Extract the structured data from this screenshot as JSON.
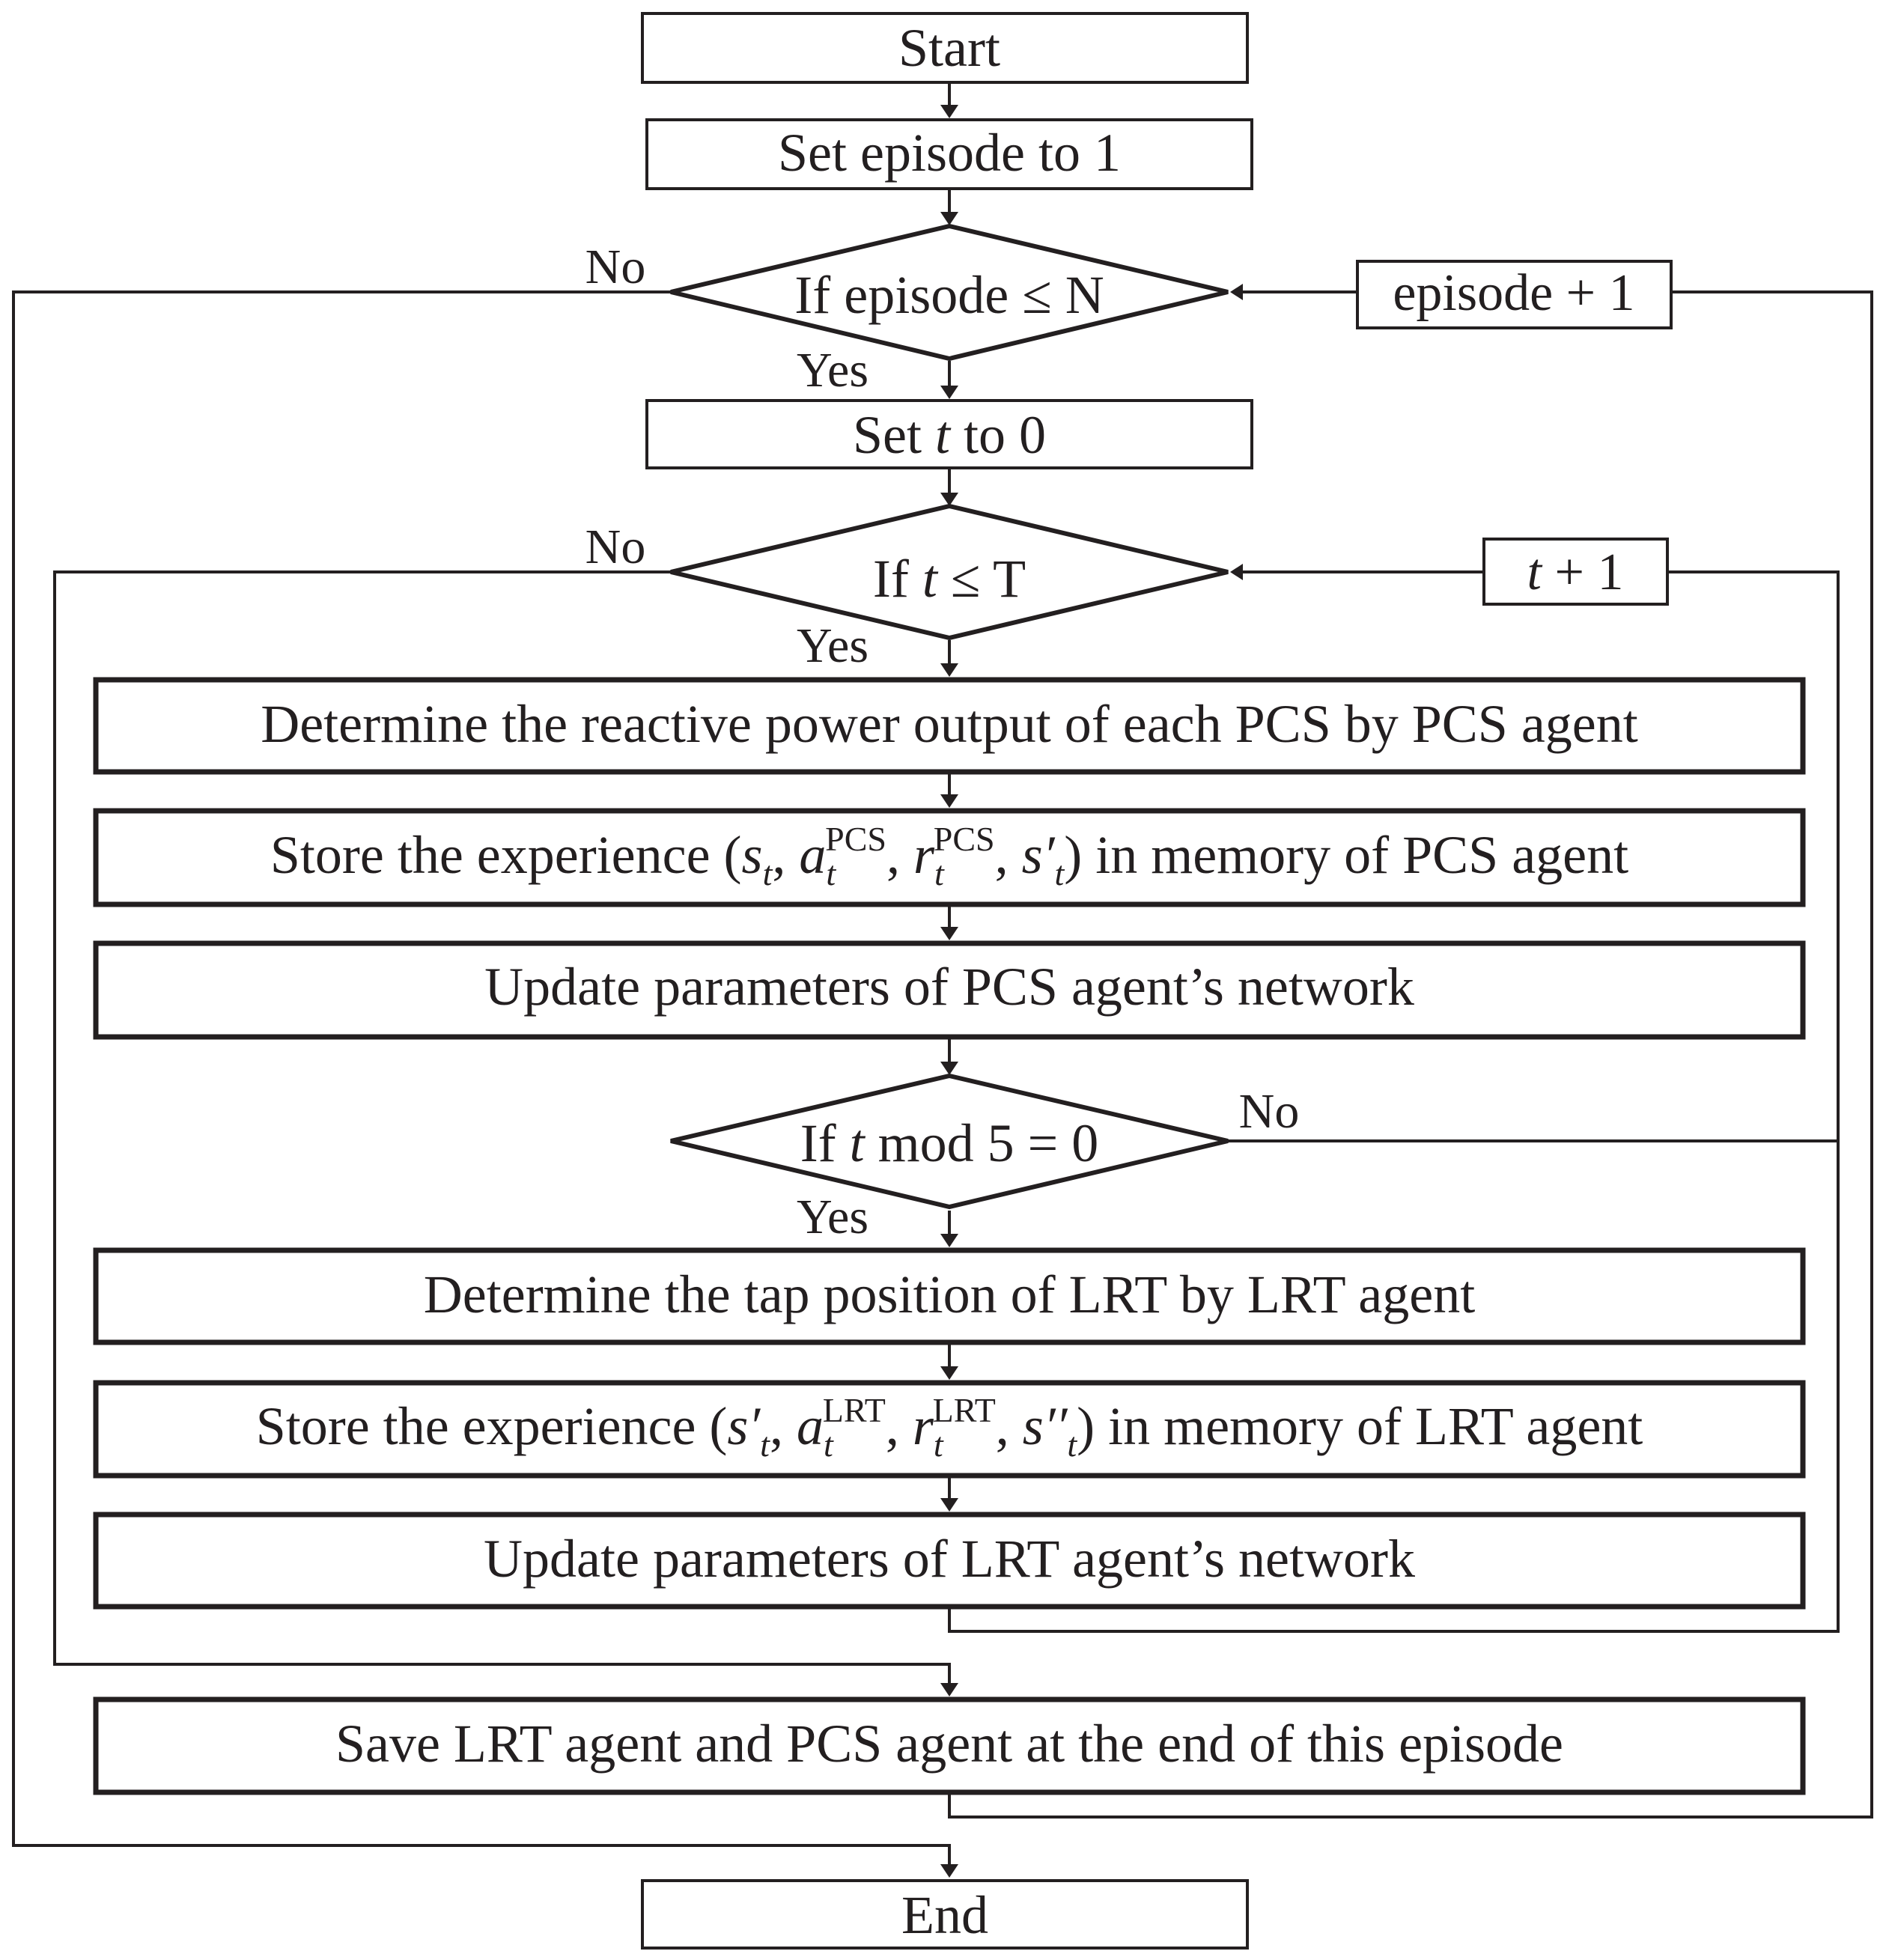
{
  "flowchart": {
    "start": "Start",
    "set_episode": "Set episode to 1",
    "episode_decision": "If episode ≤ N",
    "episode_increment": "episode + 1",
    "set_t": {
      "before": "Set ",
      "var": "t",
      "after": " to 0"
    },
    "t_decision": {
      "before": "If ",
      "var": "t",
      "after": " ≤ T"
    },
    "t_increment": {
      "var": "t",
      "after": " + 1"
    },
    "pcs_determine": "Determine the reactive power output of each PCS by PCS agent",
    "pcs_store": {
      "prefix": "Store the experience (",
      "s": "s",
      "t": "t",
      "a": "a",
      "r": "r",
      "sup": "PCS",
      "prime": "′",
      "suffix": ") in memory of PCS agent"
    },
    "pcs_update": "Update parameters of PCS agent’s network",
    "mod_decision": {
      "before": "If ",
      "var": "t",
      "after": " mod 5 = 0"
    },
    "lrt_determine": "Determine the tap position of LRT by LRT agent",
    "lrt_store": {
      "prefix": "Store the experience (",
      "s": "s",
      "t": "t",
      "a": "a",
      "r": "r",
      "sup": "LRT",
      "prime": "′",
      "dprime": "′′",
      "suffix": ") in memory of LRT agent"
    },
    "lrt_update": "Update parameters of LRT agent’s network",
    "save": "Save LRT agent and PCS agent at the end of this episode",
    "end": "End",
    "yes": "Yes",
    "no": "No"
  }
}
